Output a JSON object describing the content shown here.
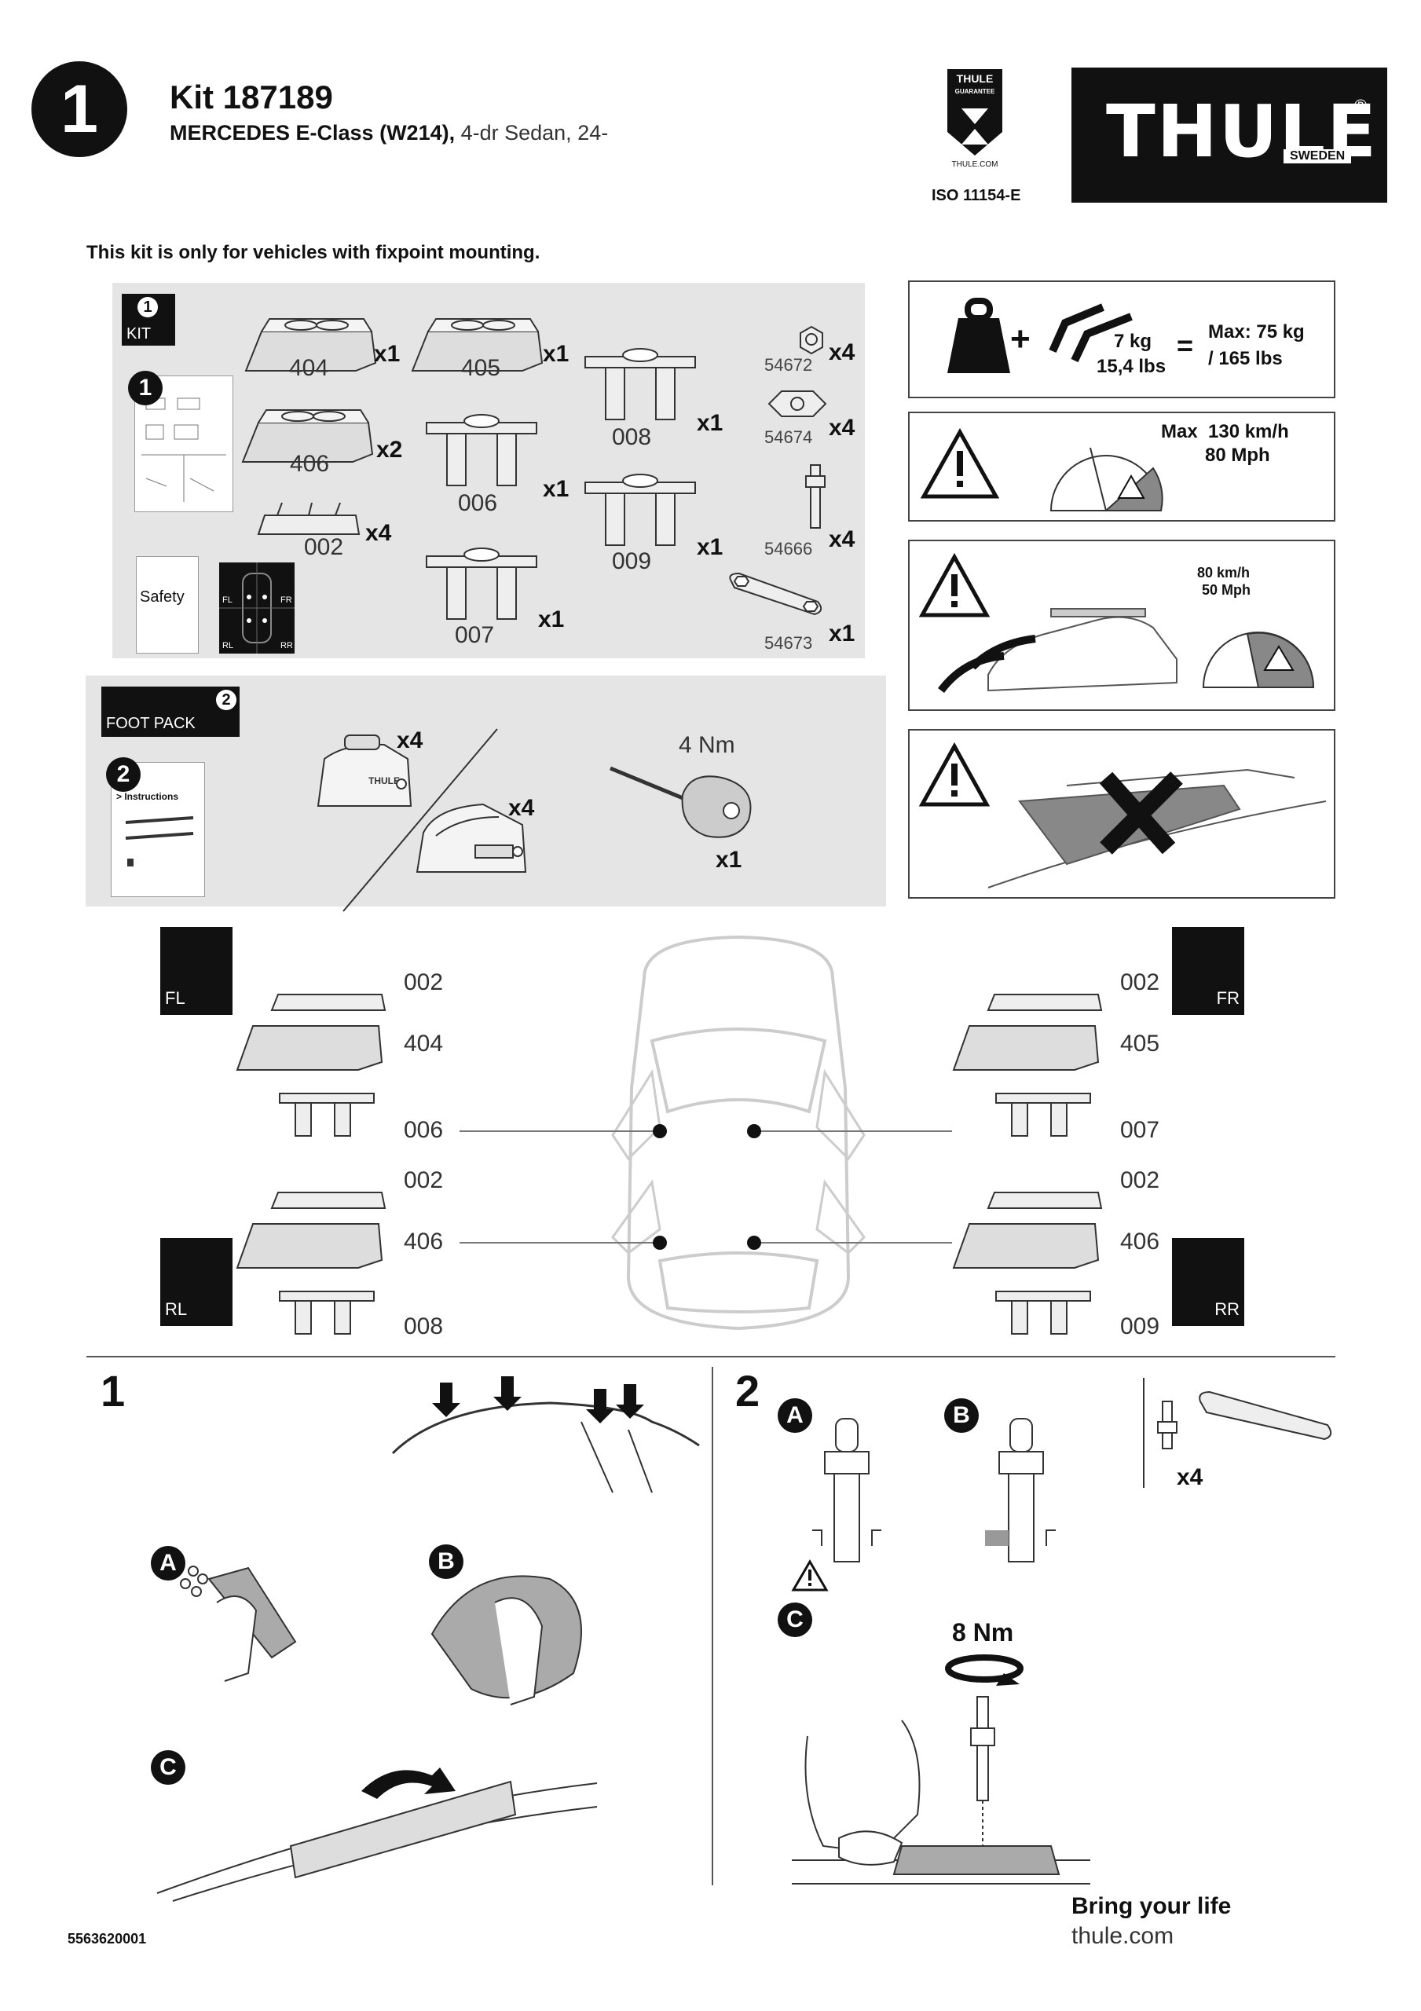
{
  "header": {
    "step_number": "1",
    "kit_label": "Kit 187189",
    "vehicle_bold": "MERCEDES E-Class (W214),",
    "vehicle_rest": " 4-dr Sedan, 24-",
    "guarantee_brand": "THULE",
    "guarantee_text": "GUARANTEE",
    "guarantee_url": "THULE.COM",
    "iso": "ISO 11154-E",
    "logo_text": "THULE",
    "logo_sub": "SWEDEN",
    "logo_reg": "®"
  },
  "notice": "This kit is only for vehicles with fixpoint mounting.",
  "kit_panel": {
    "badge_num": "1",
    "badge_label": "KIT",
    "booklet_num": "1",
    "safety_label": "Safety",
    "corner_labels": [
      "FL",
      "FR",
      "RL",
      "RR"
    ],
    "parts": [
      {
        "code": "404",
        "qty": "x1"
      },
      {
        "code": "405",
        "qty": "x1"
      },
      {
        "code": "406",
        "qty": "x2"
      },
      {
        "code": "002",
        "qty": "x4"
      },
      {
        "code": "006",
        "qty": "x1"
      },
      {
        "code": "007",
        "qty": "x1"
      },
      {
        "code": "008",
        "qty": "x1"
      },
      {
        "code": "009",
        "qty": "x1"
      },
      {
        "code": "54672",
        "qty": "x4"
      },
      {
        "code": "54674",
        "qty": "x4"
      },
      {
        "code": "54666",
        "qty": "x4"
      },
      {
        "code": "54673",
        "qty": "x1"
      }
    ]
  },
  "foot_pack": {
    "badge_num": "2",
    "label": "FOOT PACK",
    "booklet_num": "2",
    "booklet_text": "> Instructions",
    "foot_qty_a": "x4",
    "foot_qty_b": "x4",
    "torque": "4 Nm",
    "tool_qty": "x1",
    "foot_brand": "THULE"
  },
  "warnings": {
    "weight_car": "7 kg",
    "weight_car_lbs": "15,4 lbs",
    "max_load": "Max: 75 kg",
    "max_load_lbs": "/ 165 lbs",
    "speed_max_label": "Max",
    "speed_kmh": "130 km/h",
    "speed_mph": "80 Mph",
    "speed2_kmh": "80 km/h",
    "speed2_mph": "50 Mph"
  },
  "positions": {
    "FL": {
      "label": "FL",
      "top": "002",
      "mid": "404",
      "bottom": "006"
    },
    "FR": {
      "label": "FR",
      "top": "002",
      "mid": "405",
      "bottom": "007"
    },
    "RL": {
      "label": "RL",
      "top": "002",
      "mid": "406",
      "bottom": "008"
    },
    "RR": {
      "label": "RR",
      "top": "002",
      "mid": "406",
      "bottom": "009"
    }
  },
  "steps": {
    "one": {
      "num": "1",
      "sub_a": "A",
      "sub_b": "B",
      "sub_c": "C"
    },
    "two": {
      "num": "2",
      "sub_a": "A",
      "sub_b": "B",
      "sub_c": "C",
      "qty": "x4",
      "torque": "8 Nm"
    }
  },
  "footer": {
    "doc_number": "5563620001",
    "tagline": "Bring your life",
    "url": "thule.com"
  }
}
